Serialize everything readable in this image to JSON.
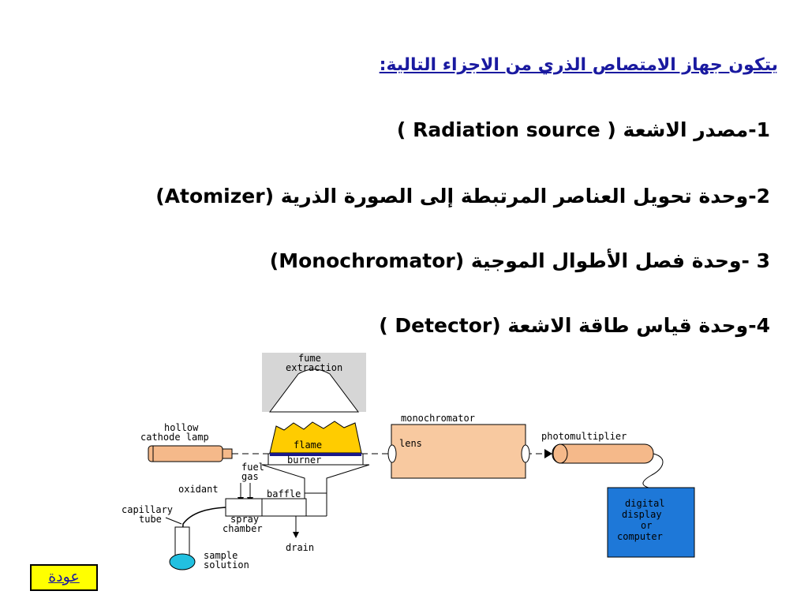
{
  "heading": "يتكون جهاز الامتصاص الذري من الاجزاء التالية:",
  "items": [
    {
      "text": "1-مصدر الاشعة ( Radiation source )"
    },
    {
      "text": "2-وحدة تحويل العناصر المرتبطة إلى الصورة الذرية (Atomizer)"
    },
    {
      "text": "3 -وحدة فصل الأطوال الموجية  (Monochromator)"
    },
    {
      "text": "4-وحدة قياس طاقة الاشعة  (Detector )"
    }
  ],
  "diagram": {
    "fume_line1": "fume",
    "fume_line2": "extraction",
    "hollow_line1": "hollow",
    "hollow_line2": "cathode lamp",
    "flame": "flame",
    "burner": "burner",
    "fuel_line1": "fuel",
    "fuel_line2": "gas",
    "oxidant": "oxidant",
    "baffle": "baffle",
    "capillary_line1": "capillary",
    "capillary_line2": "tube",
    "spray_line1": "spray",
    "spray_line2": "chamber",
    "drain": "drain",
    "sample_line1": "sample",
    "sample_line2": "solution",
    "monochromator": "monochromator",
    "lens": "lens",
    "photomultiplier": "photomultiplier",
    "display_line1": "digital",
    "display_line2": "display",
    "display_line3": "or",
    "display_line4": "computer"
  },
  "back_button": "عودة",
  "colors": {
    "heading": "#1a1aa0",
    "lamp": "#f5b98a",
    "flame": "#ffcc00",
    "monochromator_box": "#f8c9a0",
    "display_box": "#1e78d8",
    "fume_hood": "#d0d0d0",
    "back_button": "#ffff00"
  }
}
